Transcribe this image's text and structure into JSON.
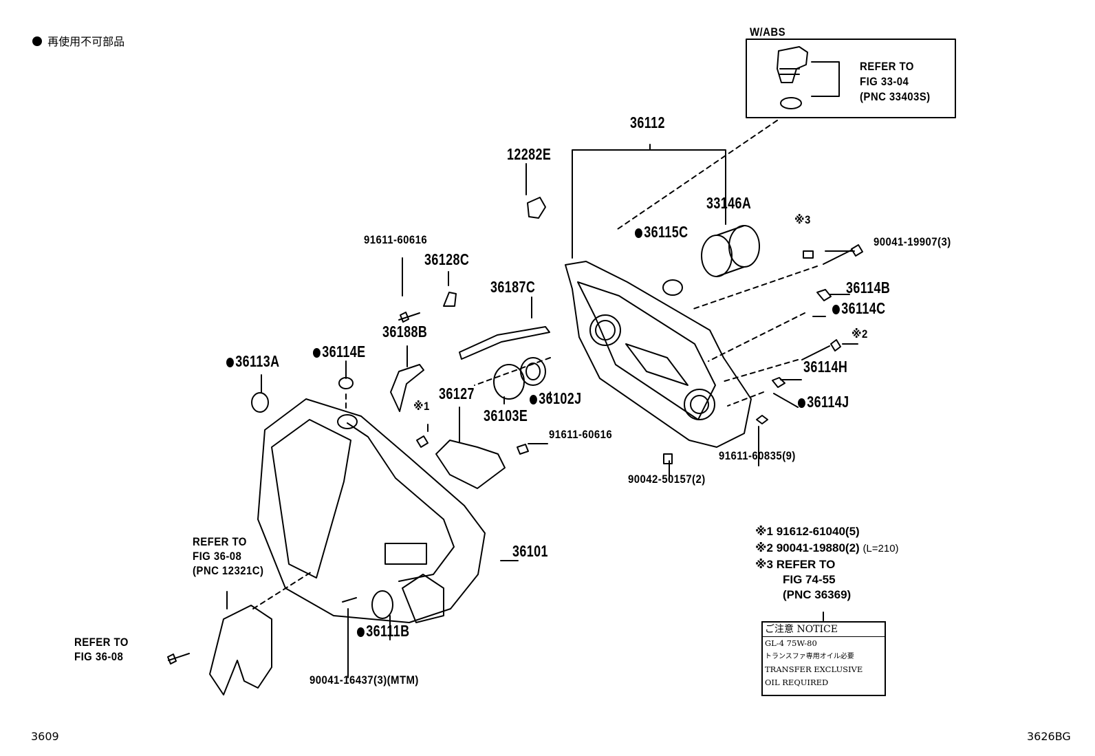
{
  "header": {
    "legend": "再使用不可部品"
  },
  "footer": {
    "left_code": "3609",
    "right_code": "3626BG"
  },
  "abs_box": {
    "heading": "W/ABS",
    "refer": "REFER TO",
    "fig": "FIG 33-04",
    "pnc": "(PNC 33403S)"
  },
  "parts": {
    "p36112": "36112",
    "p12282E": "12282E",
    "p33146A": "33146A",
    "p36115C": "36115C",
    "p90041_19907": "90041-19907(3)",
    "p36114B": "36114B",
    "p36114C": "36114C",
    "p91611_60616_a": "91611-60616",
    "p36128C": "36128C",
    "p36187C": "36187C",
    "p36188B": "36188B",
    "p36113A": "36113A",
    "p36114E": "36114E",
    "p36127": "36127",
    "p36103E": "36103E",
    "p36102J": "36102J",
    "p91611_60616_b": "91611-60616",
    "p36114H": "36114H",
    "p36114J": "36114J",
    "p91611_60835": "91611-60835(9)",
    "p90042_50157": "90042-50157(2)",
    "p36101": "36101",
    "p36111B": "36111B",
    "p90041_16437": "90041-16437(3)(MTM)"
  },
  "symbols": {
    "s1": "※1",
    "s2": "※2",
    "s3": "※3"
  },
  "refs": {
    "left_upper": {
      "refer": "REFER TO",
      "fig": "FIG 36-08",
      "pnc": "(PNC 12321C)"
    },
    "left_lower": {
      "refer": "REFER TO",
      "fig": "FIG 36-08"
    }
  },
  "notes": {
    "n1": {
      "mark": "※1",
      "text": "91612-61040(5)"
    },
    "n2": {
      "mark": "※2",
      "text": "90041-19880(2)",
      "extra": "(L=210)"
    },
    "n3": {
      "mark": "※3",
      "refer": "REFER TO",
      "fig": "FIG 74-55",
      "pnc": "(PNC 36369)"
    }
  },
  "notice": {
    "title": "ご注意 NOTICE",
    "line1": "GL-4 75W-80",
    "line2": "トランスファ専用オイル必要",
    "line3": "TRANSFER EXCLUSIVE",
    "line4": "OIL REQUIRED"
  }
}
